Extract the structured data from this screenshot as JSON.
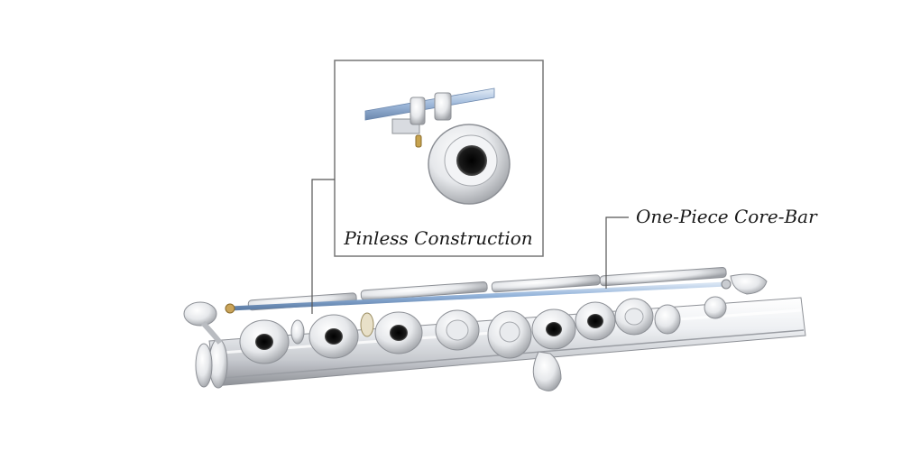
{
  "diagram": {
    "callouts": [
      {
        "id": "pinless",
        "label": "Pinless Construction"
      },
      {
        "id": "core_bar",
        "label": "One-Piece Core-Bar"
      }
    ]
  },
  "colors": {
    "background": "#ffffff",
    "silver_light": "#f4f5f7",
    "silver_mid": "#c9ccd1",
    "silver_dark": "#7d8086",
    "core_bar_blue": "#8fb0d8",
    "leader_line": "#555555",
    "frame": "#777777"
  }
}
